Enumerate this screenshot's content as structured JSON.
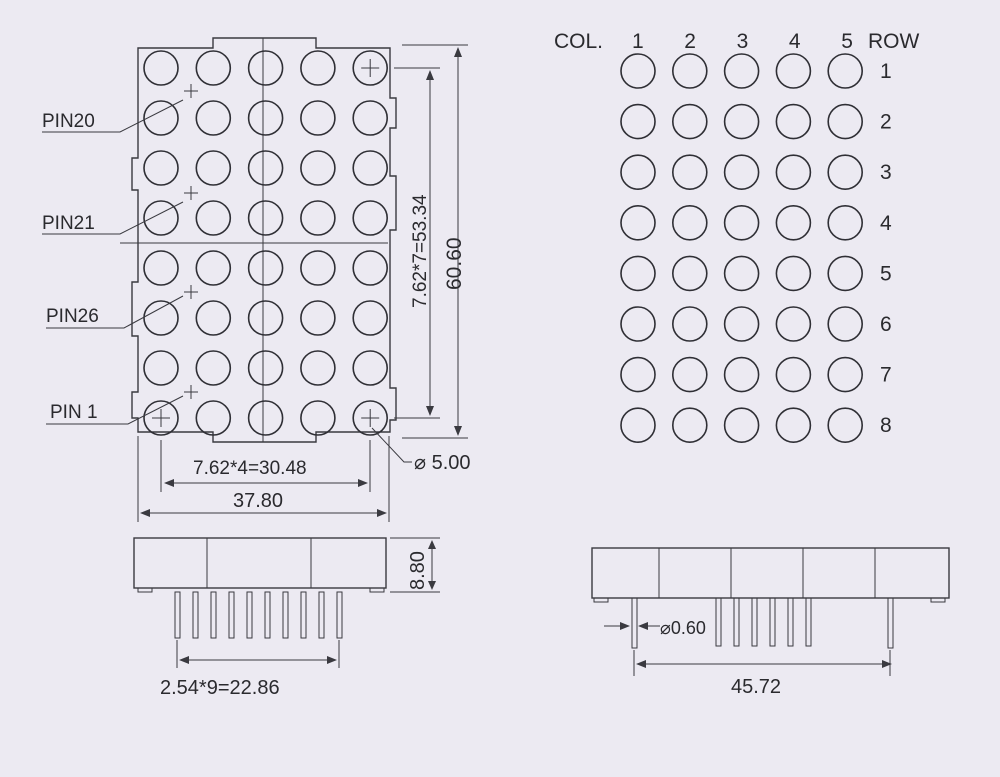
{
  "colors": {
    "background": "#eceaf2",
    "ink": "#2a2a2e"
  },
  "front_view": {
    "pin_labels": [
      "PIN20",
      "PIN21",
      "PIN26",
      "PIN 1"
    ],
    "dim_column_pitch": "7.62*4=30.48",
    "dim_width": "37.80",
    "dim_row_pitch": "7.62*7=53.34",
    "dim_height": "60.60",
    "dim_led_diameter": "⌀ 5.00",
    "columns": 5,
    "rows": 8
  },
  "side_view_left": {
    "dim_depth": "8.80",
    "dim_pin_pitch": "2.54*9=22.86",
    "pin_count": 10
  },
  "pinout_view": {
    "col_header": "COL.",
    "row_header": "ROW",
    "col_numbers": [
      "1",
      "2",
      "3",
      "4",
      "5"
    ],
    "row_numbers": [
      "1",
      "2",
      "3",
      "4",
      "5",
      "6",
      "7",
      "8"
    ]
  },
  "side_view_right": {
    "dim_pin_diameter": "⌀0.60",
    "dim_span": "45.72"
  }
}
